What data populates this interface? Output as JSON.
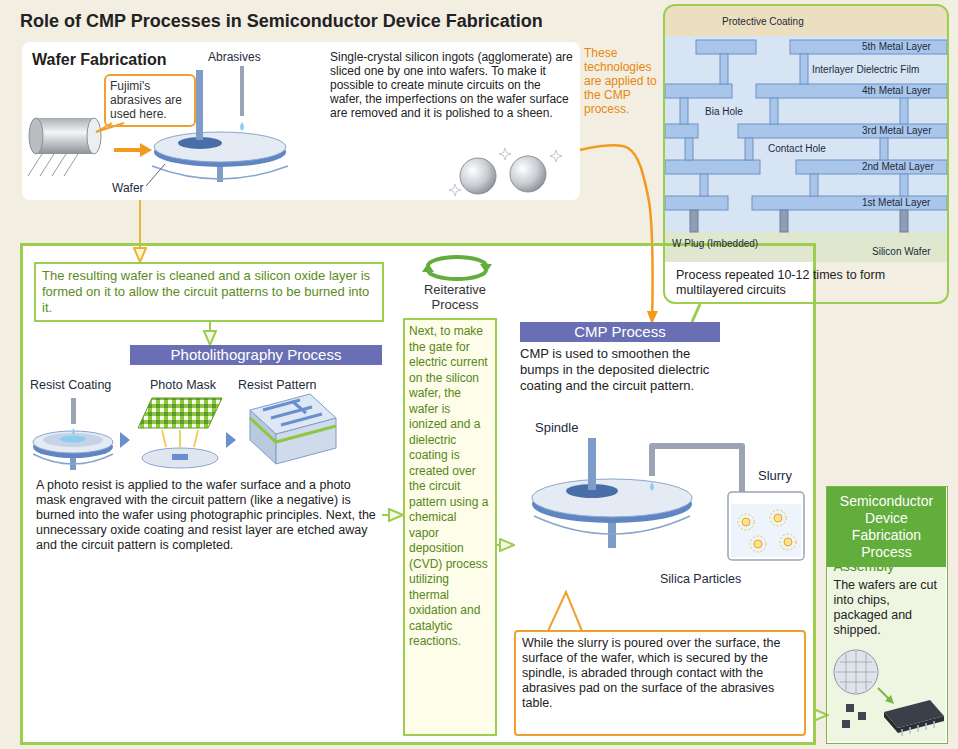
{
  "diagram": {
    "title": "Role of CMP Processes in Semiconductor Device Fabrication",
    "nodes": [
      {
        "text": [
          "Wafer Fabrication",
          "Single-crystal silicon ingots (agglomerate) are sliced one by one into wafers. To make it possible to create minute circuits on the wafer, the imperfections on the wafer surface are removed and it is polished to a sheen."
        ]
      },
      {
        "text": [
          "Fujimi's abrasives are used here."
        ],
        "in": 0
      },
      {
        "text": [
          "Process repeated 10-12 times to form multilayered circuits"
        ]
      },
      {
        "text": [
          "Reiterative Process"
        ]
      },
      {
        "text": [
          "The resulting wafer is cleaned and a silicon oxide layer is formed on it to allow the circuit patterns to be burned into it."
        ],
        "in": 3
      },
      {
        "text": [
          "Photolithography Process",
          "A photo resist is applied to the wafer surface and a photo mask engraved with the circuit pattern (like a negative) is burned into the wafer using photographic principles. Next, the unnecessary oxide coating and resist layer are etched away and the circuit pattern is completed."
        ],
        "in": 3
      },
      {
        "text": [
          "Next, to make the gate for electric current on the silicon wafer, the wafer is ionized and a dielectric coating is created over the circuit pattern using a chemical vapor deposition (CVD) process utilizing thermal oxidation and catalytic reactions."
        ],
        "in": 3
      },
      {
        "text": [
          "CMP Process",
          "CMP is used to smoothen the bumps in the deposited dielectric coating and the circuit pattern."
        ],
        "in": 3
      },
      {
        "text": [
          "While the slurry is poured over the surface, the surface of the wafer, which is secured by the spindle, is abraded through contact with the abrasives pad on the surface of the abrasives table."
        ],
        "in": 3
      },
      {
        "text": [
          "Semiconductor Device Fabrication Process"
        ]
      },
      {
        "text": [
          "Assembly",
          "The wafers are cut into chips, packaged and shipped."
        ],
        "in": 9
      }
    ],
    "edges": [
      {
        "from": 0,
        "to": 4,
        "arrow": "to"
      },
      {
        "from": 4,
        "to": 5,
        "arrow": "to"
      },
      {
        "from": 5,
        "to": 6,
        "arrow": "to"
      },
      {
        "from": 6,
        "to": 7,
        "arrow": "to"
      },
      {
        "from": 0,
        "to": 7,
        "label": "These technologies are applied to the CMP process.",
        "arrow": "to"
      },
      {
        "from": 2,
        "to": 7,
        "arrow": "none"
      },
      {
        "from": 3,
        "to": 10,
        "arrow": "to"
      }
    ],
    "labels": [
      "Abrasives",
      "Wafer",
      "Protective Coating",
      "5th Metal Layer",
      "Interlayer Dielectric Film",
      "4th Metal Layer",
      "3rd Metal Layer",
      "Bia Hole",
      "Contact Hole",
      "2nd Metal Layer",
      "1st Metal Layer",
      "W Plug (Imbedded)",
      "Silicon Wafer",
      "Resist Coating",
      "Photo Mask",
      "Resist Pattern",
      "Spindle",
      "Slurry",
      "Silica Particles"
    ]
  }
}
